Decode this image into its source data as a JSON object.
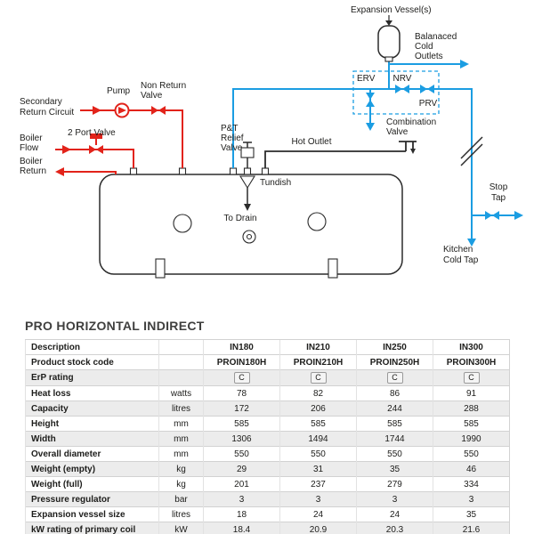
{
  "diagram": {
    "labels": {
      "expansion_vessel": "Expansion Vessel(s)",
      "balanced_cold_line1": "Balanaced",
      "balanced_cold_line2": "Cold",
      "balanced_cold_line3": "Outlets",
      "erv": "ERV",
      "nrv": "NRV",
      "prv": "PRV",
      "combination_valve_line1": "Combination",
      "combination_valve_line2": "Valve",
      "pump": "Pump",
      "non_return_valve_line1": "Non Return",
      "non_return_valve_line2": "Valve",
      "secondary_return_line1": "Secondary",
      "secondary_return_line2": "Return Circuit",
      "two_port_valve": "2 Port Valve",
      "boiler_flow_line1": "Boiler",
      "boiler_flow_line2": "Flow",
      "boiler_return_line1": "Boiler",
      "boiler_return_line2": "Return",
      "pt_relief_line1": "P&T",
      "pt_relief_line2": "Relief",
      "pt_relief_line3": "Valve",
      "hot_outlet": "Hot Outlet",
      "tundish": "Tundish",
      "to_drain": "To Drain",
      "stop_tap_line1": "Stop",
      "stop_tap_line2": "Tap",
      "kitchen_tap_line1": "Kitchen",
      "kitchen_tap_line2": "Cold Tap"
    },
    "colors": {
      "hot_circuit": "#e2231a",
      "cold_circuit": "#1b9de2",
      "outline": "#2b2b2b"
    }
  },
  "section_title": "PRO HORIZONTAL INDIRECT",
  "table": {
    "columns": [
      "Description",
      "",
      "IN180",
      "IN210",
      "IN250",
      "IN300"
    ],
    "rows": [
      {
        "label": "Product stock code",
        "unit": "",
        "values": [
          "PROIN180H",
          "PROIN210H",
          "PROIN250H",
          "PROIN300H"
        ],
        "bold_values": true
      },
      {
        "label": "ErP rating",
        "unit": "",
        "values": [
          "C",
          "C",
          "C",
          "C"
        ],
        "badge": true
      },
      {
        "label": "Heat loss",
        "unit": "watts",
        "values": [
          "78",
          "82",
          "86",
          "91"
        ]
      },
      {
        "label": "Capacity",
        "unit": "litres",
        "values": [
          "172",
          "206",
          "244",
          "288"
        ]
      },
      {
        "label": "Height",
        "unit": "mm",
        "values": [
          "585",
          "585",
          "585",
          "585"
        ]
      },
      {
        "label": "Width",
        "unit": "mm",
        "values": [
          "1306",
          "1494",
          "1744",
          "1990"
        ]
      },
      {
        "label": "Overall diameter",
        "unit": "mm",
        "values": [
          "550",
          "550",
          "550",
          "550"
        ]
      },
      {
        "label": "Weight (empty)",
        "unit": "kg",
        "values": [
          "29",
          "31",
          "35",
          "46"
        ]
      },
      {
        "label": "Weight (full)",
        "unit": "kg",
        "values": [
          "201",
          "237",
          "279",
          "334"
        ]
      },
      {
        "label": "Pressure regulator",
        "unit": "bar",
        "values": [
          "3",
          "3",
          "3",
          "3"
        ]
      },
      {
        "label": "Expansion vessel size",
        "unit": "litres",
        "values": [
          "18",
          "24",
          "24",
          "35"
        ]
      },
      {
        "label": "kW rating of primary coil",
        "unit": "kW",
        "values": [
          "18.4",
          "20.9",
          "20.3",
          "21.6"
        ]
      }
    ]
  }
}
